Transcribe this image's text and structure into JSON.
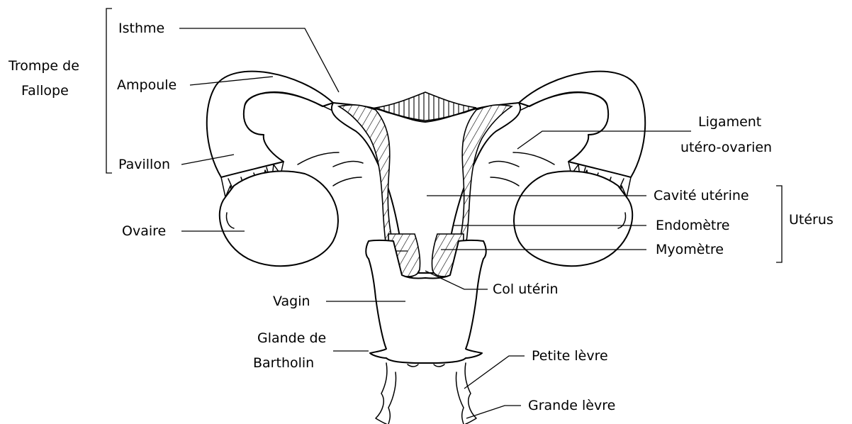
{
  "labels": {
    "trompe": [
      "Trompe de",
      "Fallope"
    ],
    "isthme": "Isthme",
    "ampoule": "Ampoule",
    "pavillon": "Pavillon",
    "ovaire": "Ovaire",
    "vagin": "Vagin",
    "glande": [
      "Glande de",
      "Bartholin"
    ],
    "ligament": [
      "Ligament",
      "utéro-ovarien"
    ],
    "cavite": "Cavité utérine",
    "endometre": "Endomètre",
    "myometre": "Myomètre",
    "uterus": "Utérus",
    "col": "Col utérin",
    "petite_levre": "Petite lèvre",
    "grande_levre": "Grande lèvre"
  }
}
